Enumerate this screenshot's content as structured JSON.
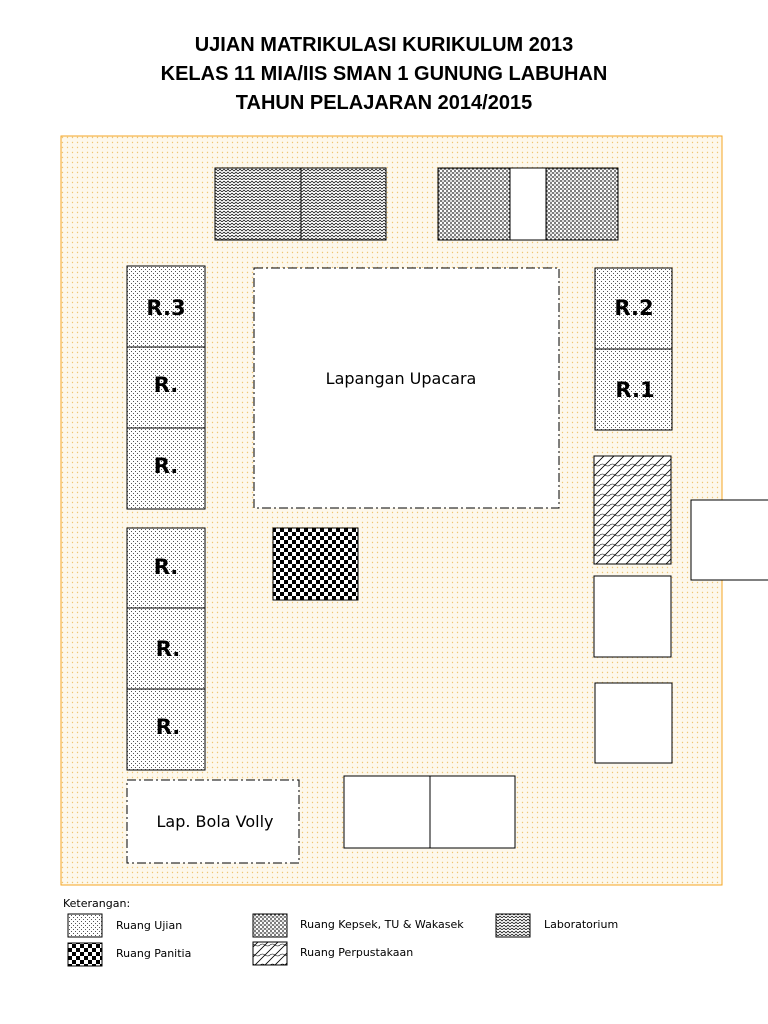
{
  "header": {
    "line1": "UJIAN MATRIKULASI KURIKULUM 2013",
    "line2": "KELAS 11 MIA/IIS SMAN 1 GUNUNG LABUHAN",
    "line3": "TAHUN PELAJARAN 2014/2015"
  },
  "plan": {
    "field_label": "Lapangan Upacara",
    "volley_label": "Lap. Bola Volly",
    "rooms": {
      "r3": "R.3",
      "r2": "R.2",
      "r1": "R.1",
      "left_a": "R.",
      "left_b": "R.",
      "left_c": "R.",
      "left_d": "R.",
      "left_e": "R."
    }
  },
  "legend": {
    "title": "Keterangan:",
    "ujian": "Ruang Ujian",
    "panitia": "Ruang Panitia",
    "kepsek": "Ruang Kepsek, TU & Wakasek",
    "perpustakaan": "Ruang Perpustakaan",
    "laboratorium": "Laboratorium"
  },
  "colors": {
    "ground_fill": "#fdf8ec",
    "ground_dot": "#f0c674",
    "ground_border": "#f5a623",
    "line": "#000000"
  }
}
